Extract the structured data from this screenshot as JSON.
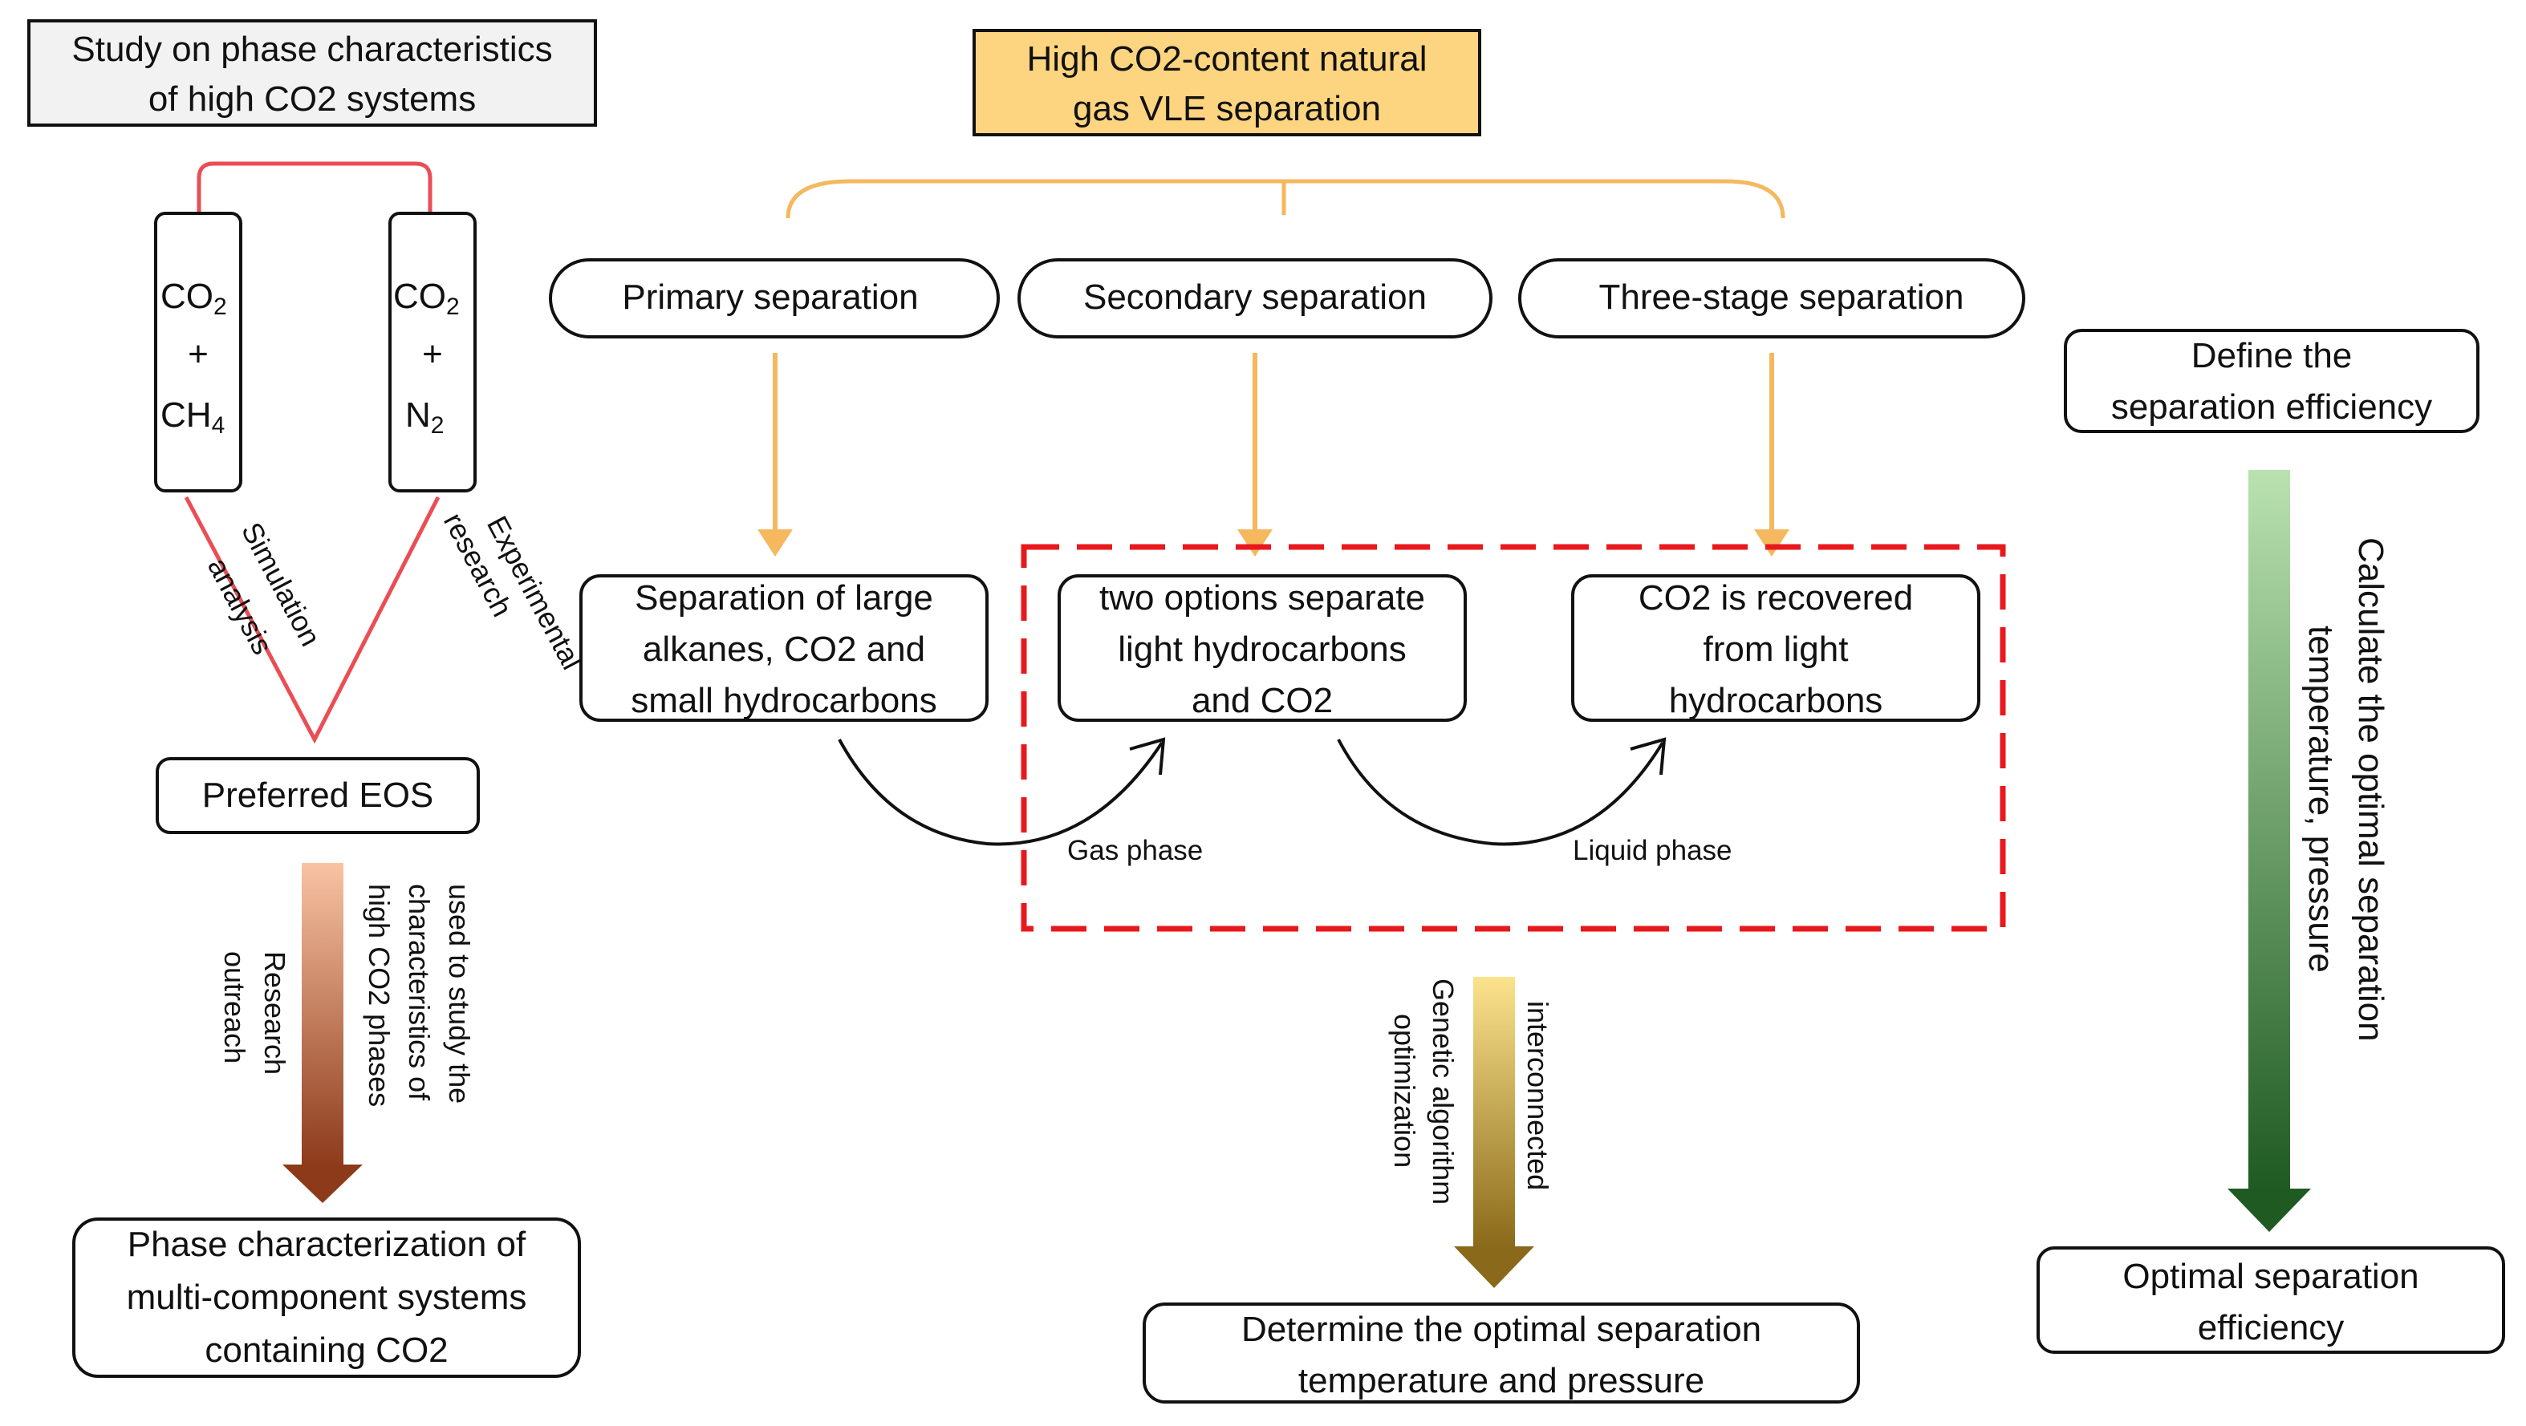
{
  "left": {
    "title_line1": "Study on phase characteristics",
    "title_line2": "of high CO2 systems",
    "system1": {
      "l1": "CO",
      "l1_sub": "2",
      "l2": "+",
      "l3": "CH",
      "l3_sub": "4"
    },
    "system2": {
      "l1": "CO",
      "l1_sub": "2",
      "l2": "+",
      "l3": "N",
      "l3_sub": "2"
    },
    "simulation_l1": "Simulation",
    "simulation_l2": "analysis",
    "experimental_l1": "Experimental",
    "experimental_l2": "research",
    "preferred_eos": "Preferred EOS",
    "research_l1": "Research",
    "research_l2": "outreach",
    "used_l1": "used to study the",
    "used_l2": "characteristics of",
    "used_l3": "high CO2 phases",
    "result_l1": "Phase characterization of",
    "result_l2": "multi-component systems",
    "result_l3": "containing CO2"
  },
  "center": {
    "title_l1": "High CO2-content natural",
    "title_l2": "gas VLE separation",
    "stage1": "Primary separation",
    "stage2": "Secondary separation",
    "stage3": "Three-stage separation",
    "desc1_l1": "Separation of large",
    "desc1_l2": "alkanes, CO2 and",
    "desc1_l3": "small hydrocarbons",
    "desc2_l1": "two options separate",
    "desc2_l2": "light hydrocarbons",
    "desc2_l3": "and CO2",
    "desc3_l1": "CO2 is recovered",
    "desc3_l2": "from light",
    "desc3_l3": "hydrocarbons",
    "gas_phase": "Gas phase",
    "liquid_phase": "Liquid phase",
    "interconnected": "interconnected",
    "ga_l1": "Genetic algorithm",
    "ga_l2": "optimization",
    "result_l1": "Determine the optimal separation",
    "result_l2": "temperature and pressure"
  },
  "right": {
    "define_l1": "Define the",
    "define_l2": "separation efficiency",
    "calc_l1": "Calculate the optimal separation",
    "calc_l2": "temperature, pressure",
    "result_l1": "Optimal separation",
    "result_l2": "efficiency"
  },
  "colors": {
    "orange_arrow": "#f5b85e",
    "title_fill_center": "#fdd47f",
    "title_fill_left": "#f2f2f2",
    "red_line": "#ea4e54",
    "dashed_red": "#e8191d"
  }
}
